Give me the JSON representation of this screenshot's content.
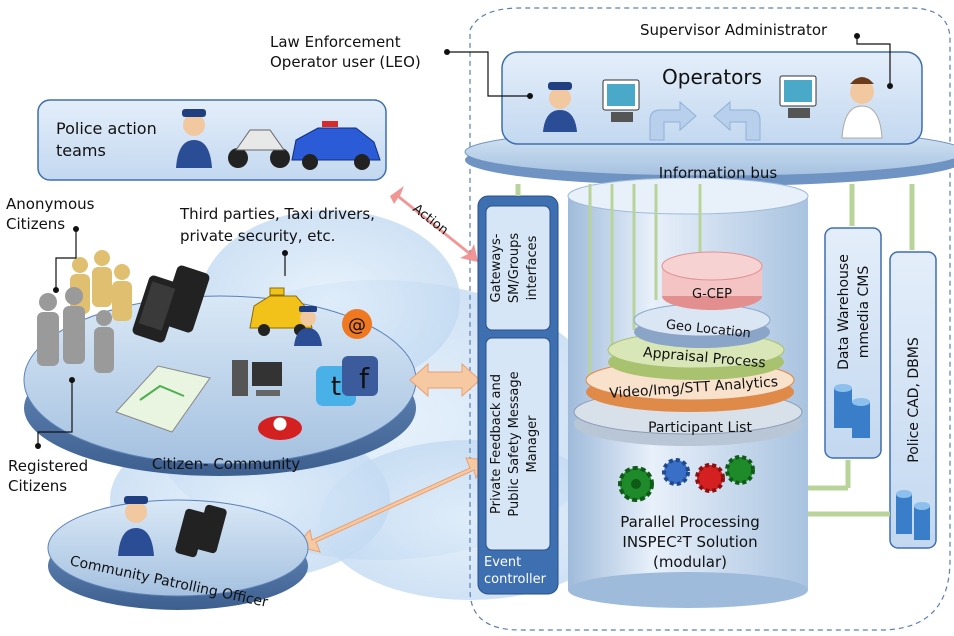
{
  "labels": {
    "supervisor": "Supervisor Administrator",
    "leo_line1": "Law Enforcement",
    "leo_line2": "Operator user (LEO)",
    "operators": "Operators",
    "police_line1": "Police action",
    "police_line2": "teams",
    "info_bus": "Information bus",
    "action": "Action",
    "anonymous_line1": "Anonymous",
    "anonymous_line2": "Citizens",
    "third_line1": "Third parties, Taxi drivers,",
    "third_line2": "private security, etc.",
    "registered_line1": "Registered",
    "registered_line2": "Citizens",
    "citizen_community": "Citizen- Community",
    "patrolling": "Community Patrolling Officer",
    "gateways_line1": "Gateways-",
    "gateways_line2": "SM/Groups",
    "gateways_line3": "interfaces",
    "feedback_line1": "Private Feedback and",
    "feedback_line2": "Public Safety Message",
    "feedback_line3": "Manager",
    "event_line1": "Event",
    "event_line2": "controller",
    "gcep": "G-CEP",
    "geo": "Geo Location",
    "appraisal": "Appraisal Process",
    "video": "Video/Img/STT Analytics",
    "participant": "Participant List",
    "pp_line1": "Parallel Processing",
    "pp_line2": "INSPEC²T Solution",
    "pp_line3": "(modular)",
    "dw_line1": "Data Warehouse",
    "dw_line2": "mmedia CMS",
    "cad": "Police CAD, DBMS",
    "at_symbol": "@",
    "fb_letter": "f"
  },
  "colors": {
    "panel_fill": "#d6e6f7",
    "panel_stroke": "#3e6fb0",
    "bus_fill": "#a9c6e6",
    "platform_top": "#c9ddf2",
    "cloud": "#cfe3f7",
    "arrow_green": "#cfe1b0",
    "arrow_orange": "#f7c9a3",
    "arrow_red": "#f08a8a",
    "layer_gcep": "#f4b8b8",
    "layer_geo": "#c7d6ea",
    "layer_appraisal": "#d9e7b8",
    "layer_video": "#f4b07a",
    "layer_participant": "#d8e0ea"
  },
  "icons": [
    "police-officer-icon",
    "motorcycle-icon",
    "police-car-icon",
    "monitor-icon",
    "supervisor-icon",
    "crowd-icon",
    "smartphone-icon",
    "taxi-icon",
    "email-icon",
    "twitter-icon",
    "facebook-icon",
    "computer-icon",
    "telephone-icon",
    "map-tablet-icon",
    "gear-icon",
    "database-icon"
  ]
}
